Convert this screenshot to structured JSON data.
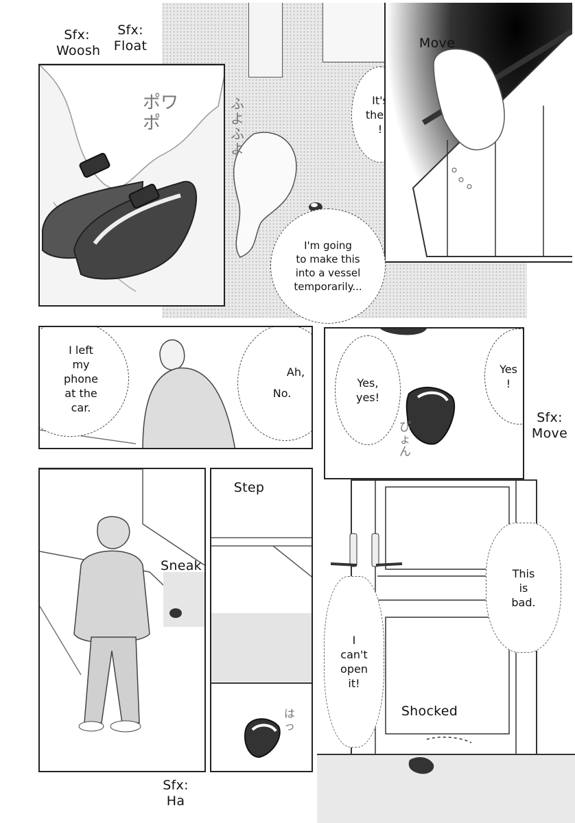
{
  "sfx": {
    "woosh": "Sfx:\nWoosh",
    "float": "Sfx:\nFloat",
    "move_top": "Move",
    "move_mid": "Sfx:\nMove",
    "step": "Step",
    "sneak": "Sneak",
    "shocked": "Shocked",
    "ha": "Sfx:\nHa"
  },
  "japanese_sfx": {
    "powa_po": "ポワ\nポ",
    "fuyo": "ふよ\nふよ",
    "pyon": "ぴょん",
    "hatt": "はっ"
  },
  "dialogue": {
    "its_there": "It's\nthere\n!",
    "vessel": "I'm going\nto make this\ninto a vessel\ntemporarily...",
    "phone": "I left\nmy\nphone\nat the\ncar.",
    "ah_no_1": "Ah,",
    "ah_no_2": "No.",
    "yes_yes": "Yes,\nyes!",
    "yes": "Yes\n!",
    "this_is_bad": "This\nis\nbad.",
    "cant_open": "I\ncan't\nopen\nit!"
  }
}
